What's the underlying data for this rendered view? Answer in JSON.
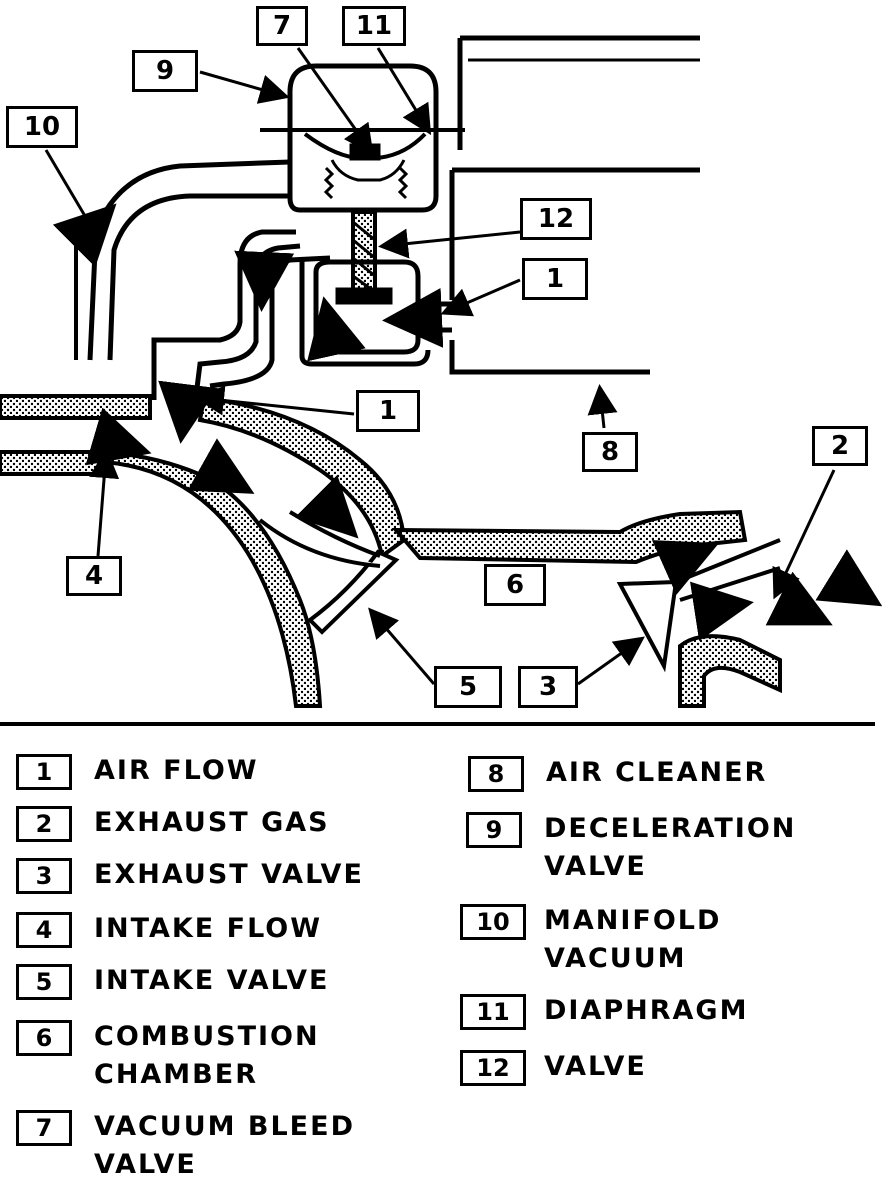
{
  "callouts": {
    "c7": "7",
    "c11": "11",
    "c9": "9",
    "c10": "10",
    "c12": "12",
    "c1a": "1",
    "c1b": "1",
    "c8": "8",
    "c2": "2",
    "c4": "4",
    "c6": "6",
    "c5": "5",
    "c3": "3"
  },
  "legend": {
    "left": [
      {
        "num": "1",
        "text": "AIR FLOW"
      },
      {
        "num": "2",
        "text": "EXHAUST GAS"
      },
      {
        "num": "3",
        "text": "EXHAUST VALVE"
      },
      {
        "num": "4",
        "text": "INTAKE FLOW"
      },
      {
        "num": "5",
        "text": "INTAKE VALVE"
      },
      {
        "num": "6",
        "text": "COMBUSTION CHAMBER"
      },
      {
        "num": "7",
        "text": "VACUUM BLEED VALVE"
      }
    ],
    "right": [
      {
        "num": "8",
        "text": "AIR CLEANER"
      },
      {
        "num": "9",
        "text": "DECELERATION VALVE"
      },
      {
        "num": "10",
        "text": "MANIFOLD VACUUM"
      },
      {
        "num": "11",
        "text": "DIAPHRAGM"
      },
      {
        "num": "12",
        "text": "VALVE"
      }
    ]
  },
  "colors": {
    "ink": "#000000",
    "paper": "#ffffff"
  }
}
